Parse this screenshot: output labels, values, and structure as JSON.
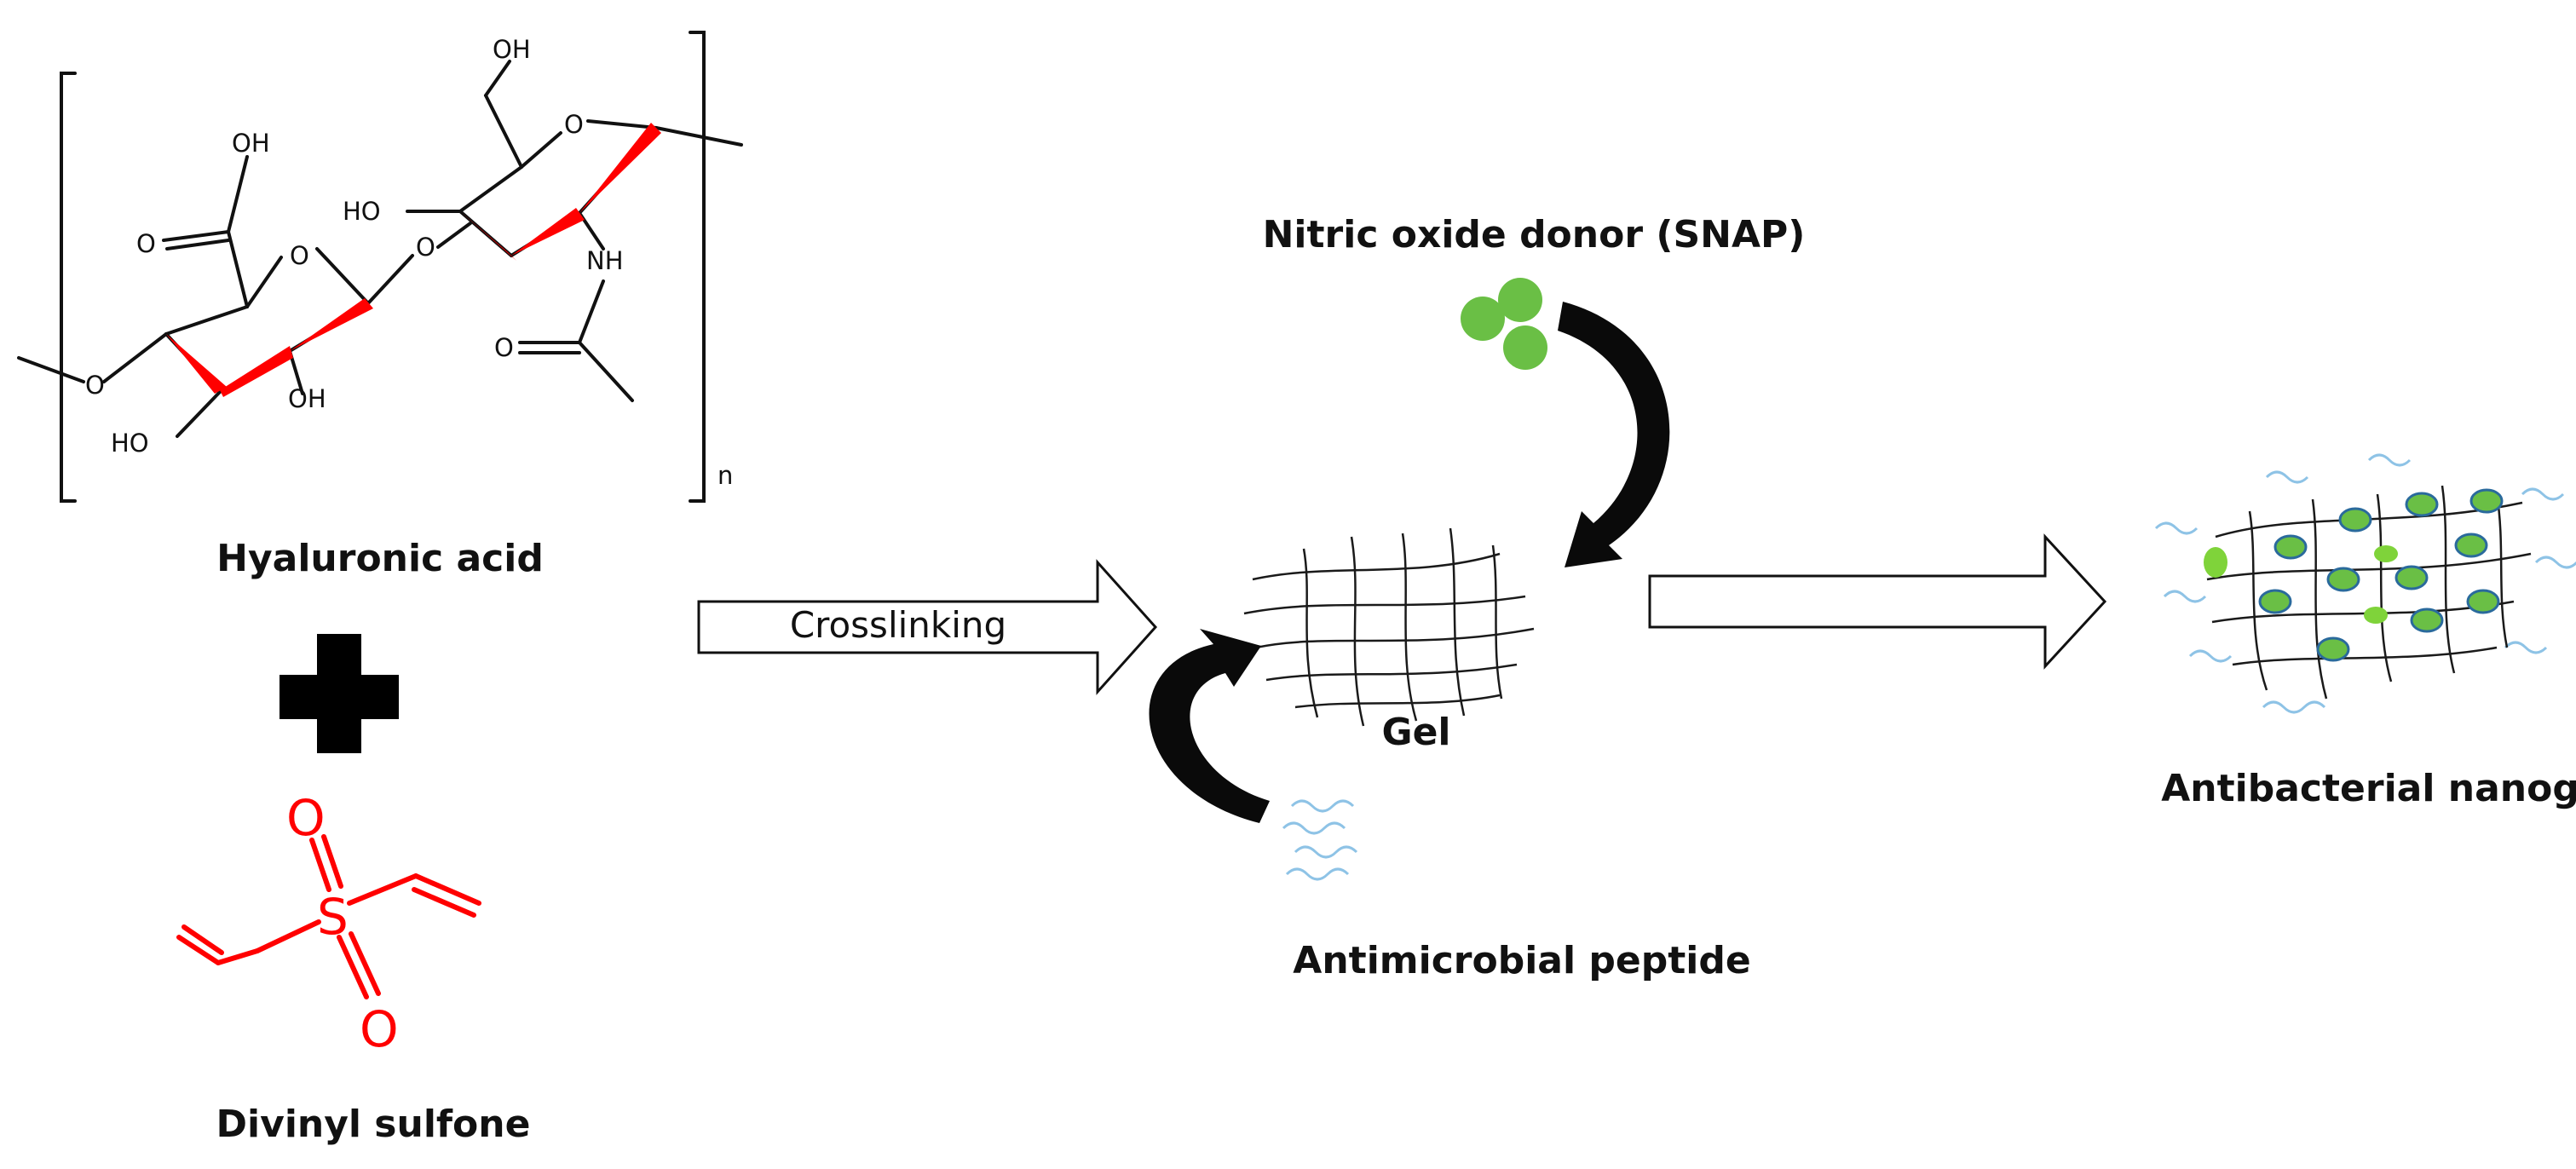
{
  "figure": {
    "labels": {
      "hyaluronic_acid": "Hyaluronic acid",
      "divinyl_sulfone": "Divinyl sulfone",
      "crosslinking": "Crosslinking",
      "no_donor": "Nitric oxide donor (SNAP)",
      "gel": "Gel",
      "peptide": "Antimicrobial peptide",
      "nanogel": "Antibacterial nanogel"
    },
    "hyaluronic_atoms": {
      "oh_acid": "OH",
      "o_carbonyl": "O",
      "o_ring1": "O",
      "o_link": "O",
      "o_ring2": "O",
      "o_left": "O",
      "ho_left": "HO",
      "oh_ring": "OH",
      "ho_ring2": "HO",
      "oh_top": "OH",
      "nh": "NH",
      "o_amide": "O",
      "repeat_n": "n"
    },
    "sulfone_atoms": {
      "s": "S",
      "o_top": "O",
      "o_bottom": "O"
    },
    "colors": {
      "wedge": "#ff0000",
      "sulfone": "#ff0000",
      "no_donor_fill": "#6abf45",
      "peptide_wave": "#8ec3e6",
      "curved_arrow": "#0a0a0a",
      "network_line": "#1a1a1a"
    },
    "icons": [
      "plus-icon",
      "curved-arrow-icon",
      "block-arrow-icon"
    ]
  }
}
